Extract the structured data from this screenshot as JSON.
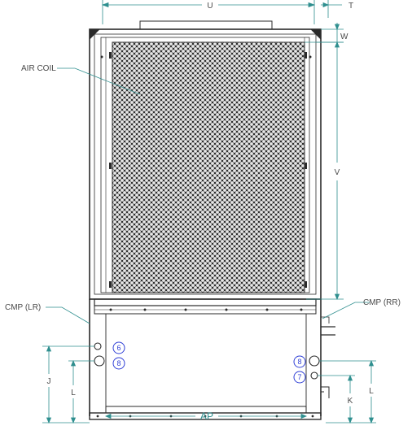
{
  "dimensions": {
    "U": "U",
    "T": "T",
    "W": "W",
    "V": "V",
    "J": "J",
    "L_left": "L",
    "L_right": "L",
    "K": "K",
    "AP": "AP"
  },
  "callouts": {
    "air_coil": "AIR COIL",
    "cmp_lr": "CMP (LR)",
    "cmp_rr": "CMP (RR)"
  },
  "connections": {
    "left_top": "6",
    "left_bottom": "8",
    "right_top": "8",
    "right_bottom": "7"
  },
  "colors": {
    "line": "#2a2a2a",
    "dimension": "#2f8f8f",
    "connection_marker": "#2f3fd6",
    "coil_fill": "#3a3a3a"
  }
}
